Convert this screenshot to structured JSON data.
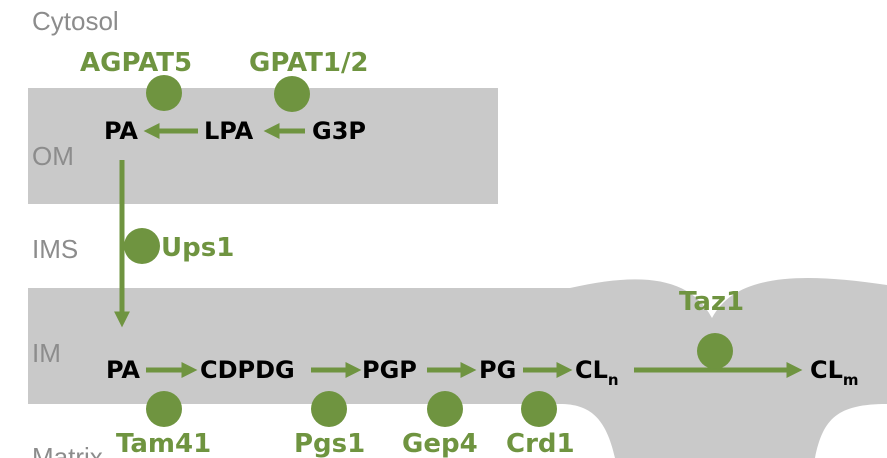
{
  "regions": {
    "cytosol": "Cytosol",
    "om": "OM",
    "ims": "IMS",
    "im": "IM",
    "matrix": "Matrix"
  },
  "molecules": {
    "pa_om": "PA",
    "lpa": "LPA",
    "g3p": "G3P",
    "pa_im": "PA",
    "cdpdg": "CDPDG",
    "pgp": "PGP",
    "pg": "PG",
    "cl_n_base": "CL",
    "cl_n_sub": "n",
    "cl_m_base": "CL",
    "cl_m_sub": "m"
  },
  "enzymes": {
    "agpat5": "AGPAT5",
    "gpat": "GPAT1/2",
    "ups1": "Ups1",
    "tam41": "Tam41",
    "pgs1": "Pgs1",
    "gep4": "Gep4",
    "crd1": "Crd1",
    "taz1": "Taz1"
  },
  "colors": {
    "membrane": "#c9c9c9",
    "enzyme_green": "#6f9440",
    "region_label": "#8c8c8c",
    "molecule_text": "#000000"
  }
}
